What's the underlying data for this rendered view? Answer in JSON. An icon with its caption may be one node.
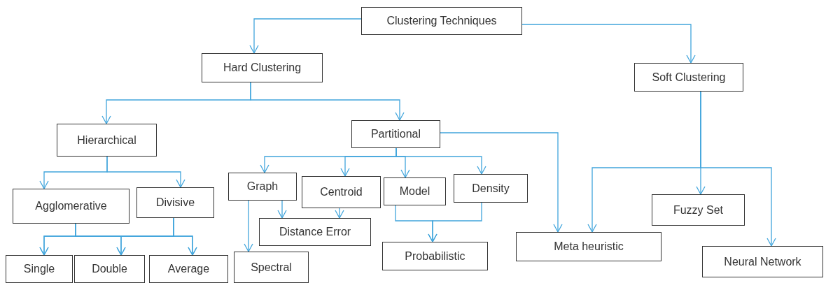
{
  "diagram": {
    "nodes": [
      {
        "text": [
          "Clustering Techniques"
        ]
      },
      {
        "text": [
          "Hard Clustering"
        ]
      },
      {
        "text": [
          "Soft Clustering"
        ]
      },
      {
        "text": [
          "Hierarchical"
        ]
      },
      {
        "text": [
          "Partitional"
        ]
      },
      {
        "text": [
          "Agglomerative"
        ]
      },
      {
        "text": [
          "Divisive"
        ]
      },
      {
        "text": [
          "Graph"
        ]
      },
      {
        "text": [
          "Centroid"
        ]
      },
      {
        "text": [
          "Model"
        ]
      },
      {
        "text": [
          "Density"
        ]
      },
      {
        "text": [
          "Distance Error"
        ]
      },
      {
        "text": [
          "Probabilistic"
        ]
      },
      {
        "text": [
          "Meta heuristic"
        ]
      },
      {
        "text": [
          "Fuzzy Set"
        ]
      },
      {
        "text": [
          "Neural Network"
        ]
      },
      {
        "text": [
          "Single"
        ]
      },
      {
        "text": [
          "Double"
        ]
      },
      {
        "text": [
          "Average"
        ]
      },
      {
        "text": [
          "Spectral"
        ]
      }
    ],
    "edges": [
      {
        "from": 0,
        "to": 1,
        "arrow": "to"
      },
      {
        "from": 0,
        "to": 2,
        "arrow": "to"
      },
      {
        "from": 1,
        "to": 3,
        "arrow": "to"
      },
      {
        "from": 1,
        "to": 4,
        "arrow": "to"
      },
      {
        "from": 3,
        "to": 5,
        "arrow": "to"
      },
      {
        "from": 3,
        "to": 6,
        "arrow": "to"
      },
      {
        "from": 5,
        "to": 16,
        "arrow": "to"
      },
      {
        "from": 5,
        "to": 17,
        "arrow": "to"
      },
      {
        "from": 5,
        "to": 18,
        "arrow": "to"
      },
      {
        "from": 6,
        "to": 16,
        "arrow": "to"
      },
      {
        "from": 6,
        "to": 17,
        "arrow": "to"
      },
      {
        "from": 6,
        "to": 18,
        "arrow": "to"
      },
      {
        "from": 4,
        "to": 7,
        "arrow": "to"
      },
      {
        "from": 4,
        "to": 8,
        "arrow": "to"
      },
      {
        "from": 4,
        "to": 9,
        "arrow": "to"
      },
      {
        "from": 4,
        "to": 10,
        "arrow": "to"
      },
      {
        "from": 4,
        "to": 13,
        "arrow": "to"
      },
      {
        "from": 7,
        "to": 19,
        "arrow": "to"
      },
      {
        "from": 7,
        "to": 11,
        "arrow": "to"
      },
      {
        "from": 8,
        "to": 11,
        "arrow": "to"
      },
      {
        "from": 9,
        "to": 12,
        "arrow": "to"
      },
      {
        "from": 10,
        "to": 12,
        "arrow": "to"
      },
      {
        "from": 2,
        "to": 13,
        "arrow": "to"
      },
      {
        "from": 2,
        "to": 14,
        "arrow": "to"
      },
      {
        "from": 2,
        "to": 15,
        "arrow": "to"
      }
    ]
  }
}
